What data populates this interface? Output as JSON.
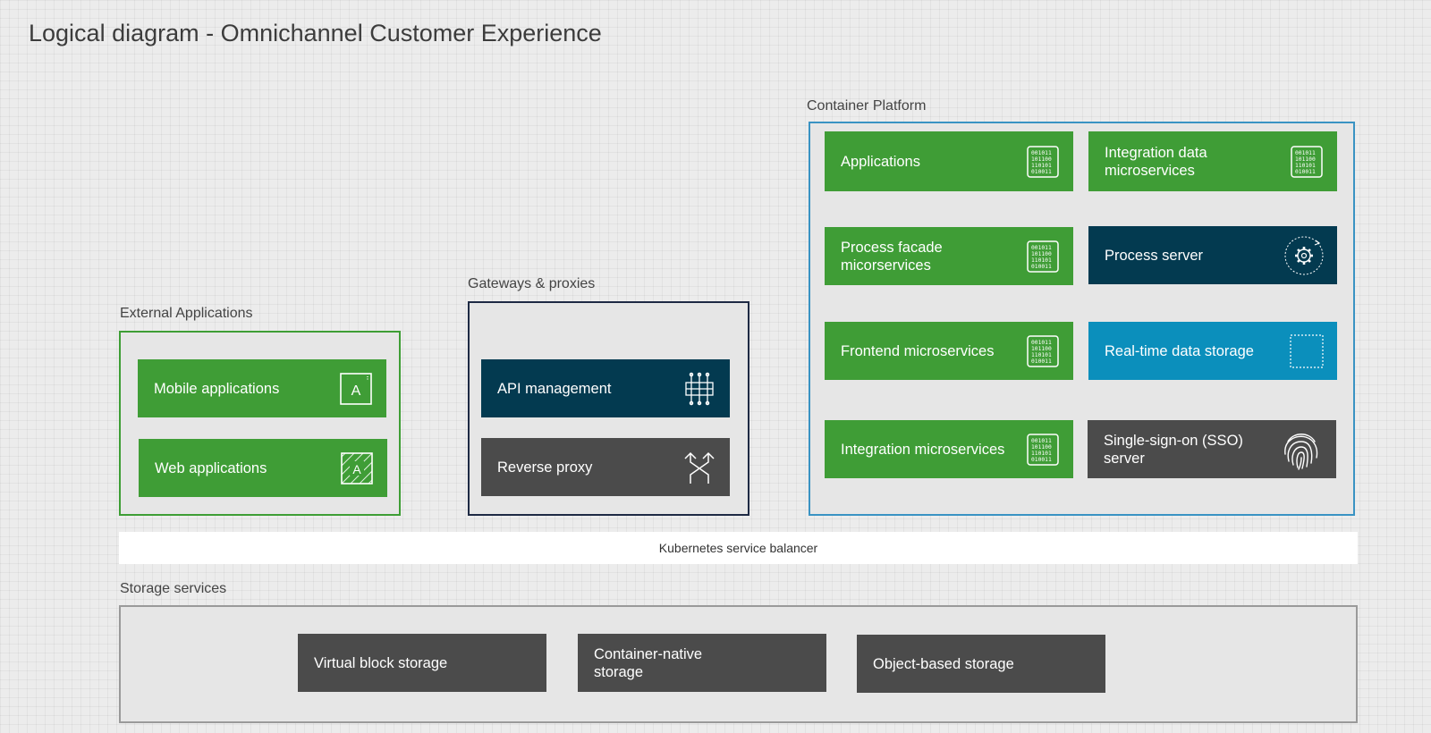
{
  "title": "Logical diagram - Omnichannel Customer Experience",
  "colors": {
    "green": "#3f9d36",
    "navy": "#033a50",
    "teal": "#0b8fbc",
    "dark_gray": "#4b4b4b",
    "external_border": "#3e9e35",
    "gateway_border": "#1e2a44",
    "platform_border": "#3a93c3",
    "storage_border": "#9a9a9a"
  },
  "external_applications": {
    "label": "External Applications",
    "items": [
      {
        "label": "Mobile applications",
        "icon": "mobile-app-icon"
      },
      {
        "label": "Web applications",
        "icon": "web-app-icon"
      }
    ]
  },
  "gateways": {
    "label": "Gateways & proxies",
    "items": [
      {
        "label": "API management",
        "icon": "api-management-icon"
      },
      {
        "label": "Reverse proxy",
        "icon": "reverse-proxy-icon"
      }
    ]
  },
  "container_platform": {
    "label": "Container Platform",
    "items": [
      {
        "label": "Applications",
        "icon": "binary-icon"
      },
      {
        "label": "Integration data microservices",
        "icon": "binary-icon"
      },
      {
        "label": "Process facade micorservices",
        "icon": "binary-icon"
      },
      {
        "label": "Process server",
        "icon": "gear-icon"
      },
      {
        "label": "Frontend microservices",
        "icon": "binary-icon"
      },
      {
        "label": "Real-time data storage",
        "icon": "dashed-square-icon"
      },
      {
        "label": "Integration microservices",
        "icon": "binary-icon"
      },
      {
        "label": "Single-sign-on (SSO) server",
        "icon": "fingerprint-icon"
      }
    ]
  },
  "balancer": {
    "label": "Kubernetes service balancer"
  },
  "storage": {
    "label": "Storage services",
    "items": [
      {
        "label": "Virtual block storage"
      },
      {
        "label": "Container-native storage"
      },
      {
        "label": "Object-based storage"
      }
    ]
  }
}
